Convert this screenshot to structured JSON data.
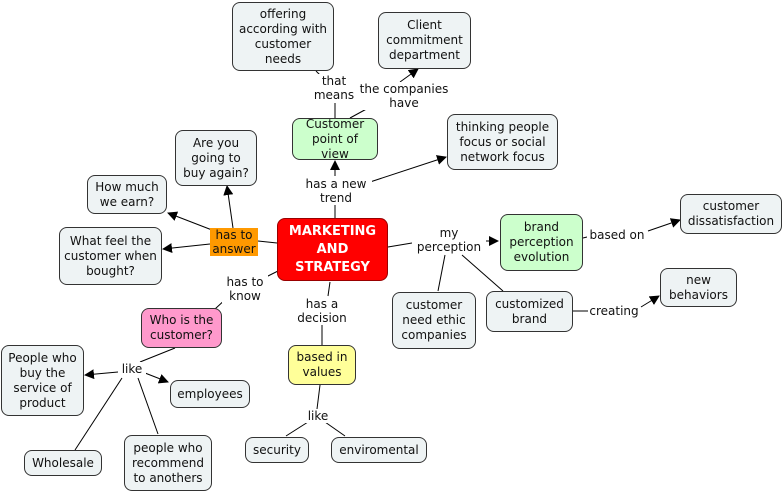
{
  "central": "MARKETING AND STRATEGY",
  "nodes": {
    "offering": "offering according with customer needs",
    "client_commitment": "Client commitment department",
    "customer_pov": "Customer point of view",
    "thinking": "thinking people focus or social network focus",
    "buy_again": "Are you going to buy again?",
    "how_much": "How much we earn?",
    "what_feel": "What feel the customer when bought?",
    "brand_perception": "brand perception evolution",
    "dissatisfaction": "customer dissatisfaction",
    "new_behaviors": "new behaviors",
    "ethic": "customer need ethic companies",
    "customized": "customized brand",
    "who": "Who is the customer?",
    "people_buy": "People who buy the service of product",
    "employees": "employees",
    "wholesale": "Wholesale",
    "recommend": "people who recommend to anothers",
    "based_values": "based in values",
    "security": "security",
    "enviromental": "enviromental"
  },
  "labels": {
    "that_means": "that means",
    "companies_have": "the companies have",
    "new_trend": "has a new trend",
    "has_to_answer": "has to answer",
    "my_perception": "my perception",
    "based_on": "based on",
    "creating": "creating",
    "has_to_know": "has to know",
    "has_decision": "has a decision",
    "like_who": "like",
    "like_values": "like"
  }
}
